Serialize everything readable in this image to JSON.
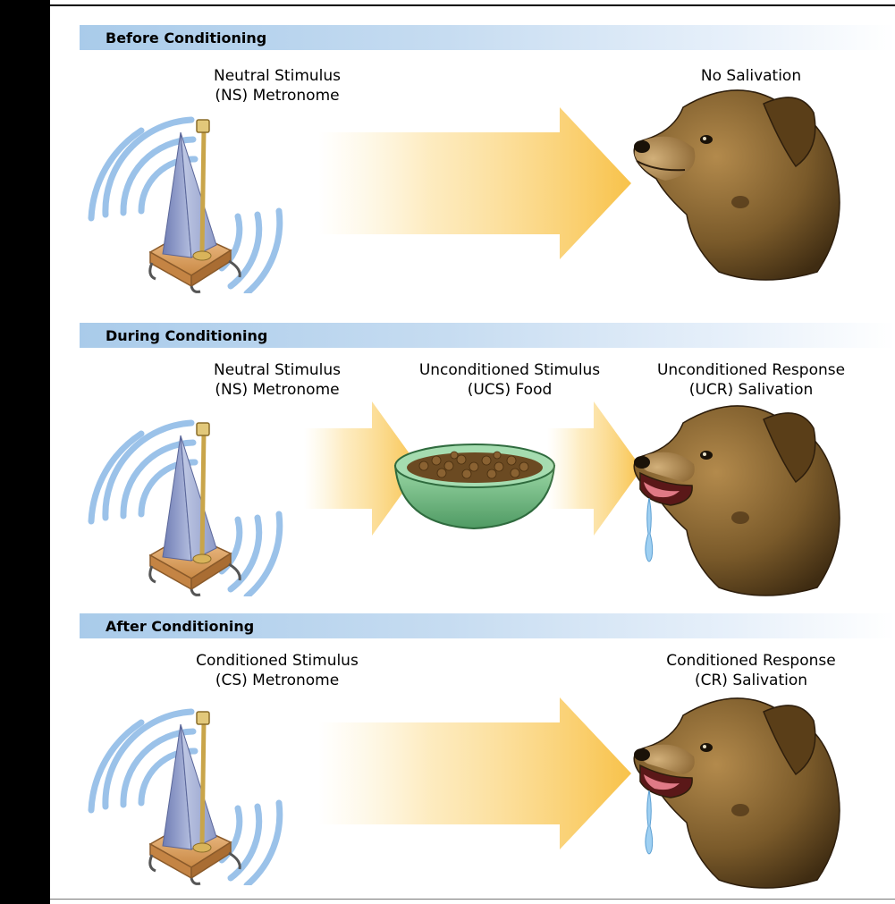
{
  "panels": [
    {
      "heading": "Before Conditioning",
      "stimulus": {
        "line1": "Neutral Stimulus",
        "line2": "(NS) Metronome"
      },
      "response": {
        "line1": "No Salivation"
      }
    },
    {
      "heading": "During Conditioning",
      "stimulus": {
        "line1": "Neutral Stimulus",
        "line2": "(NS) Metronome"
      },
      "middle": {
        "line1": "Unconditioned Stimulus",
        "line2": "(UCS) Food"
      },
      "response": {
        "line1": "Unconditioned Response",
        "line2": "(UCR) Salivation"
      }
    },
    {
      "heading": "After Conditioning",
      "stimulus": {
        "line1": "Conditioned Stimulus",
        "line2": "(CS) Metronome"
      },
      "response": {
        "line1": "Conditioned Response",
        "line2": "(CR) Salivation"
      }
    }
  ],
  "colors": {
    "banner": "#a9cbea",
    "arrow": "#f8c24a",
    "sound_waves": "#7fb0e3",
    "metronome": "#8f9bc8",
    "wood": "#d79a5a",
    "bowl": "#7fc08c",
    "dog": "#7a5a2a"
  },
  "icons": [
    "metronome-icon",
    "sound-wave-icon",
    "arrow-icon",
    "food-bowl-icon",
    "dog-head-icon",
    "saliva-drip-icon"
  ]
}
